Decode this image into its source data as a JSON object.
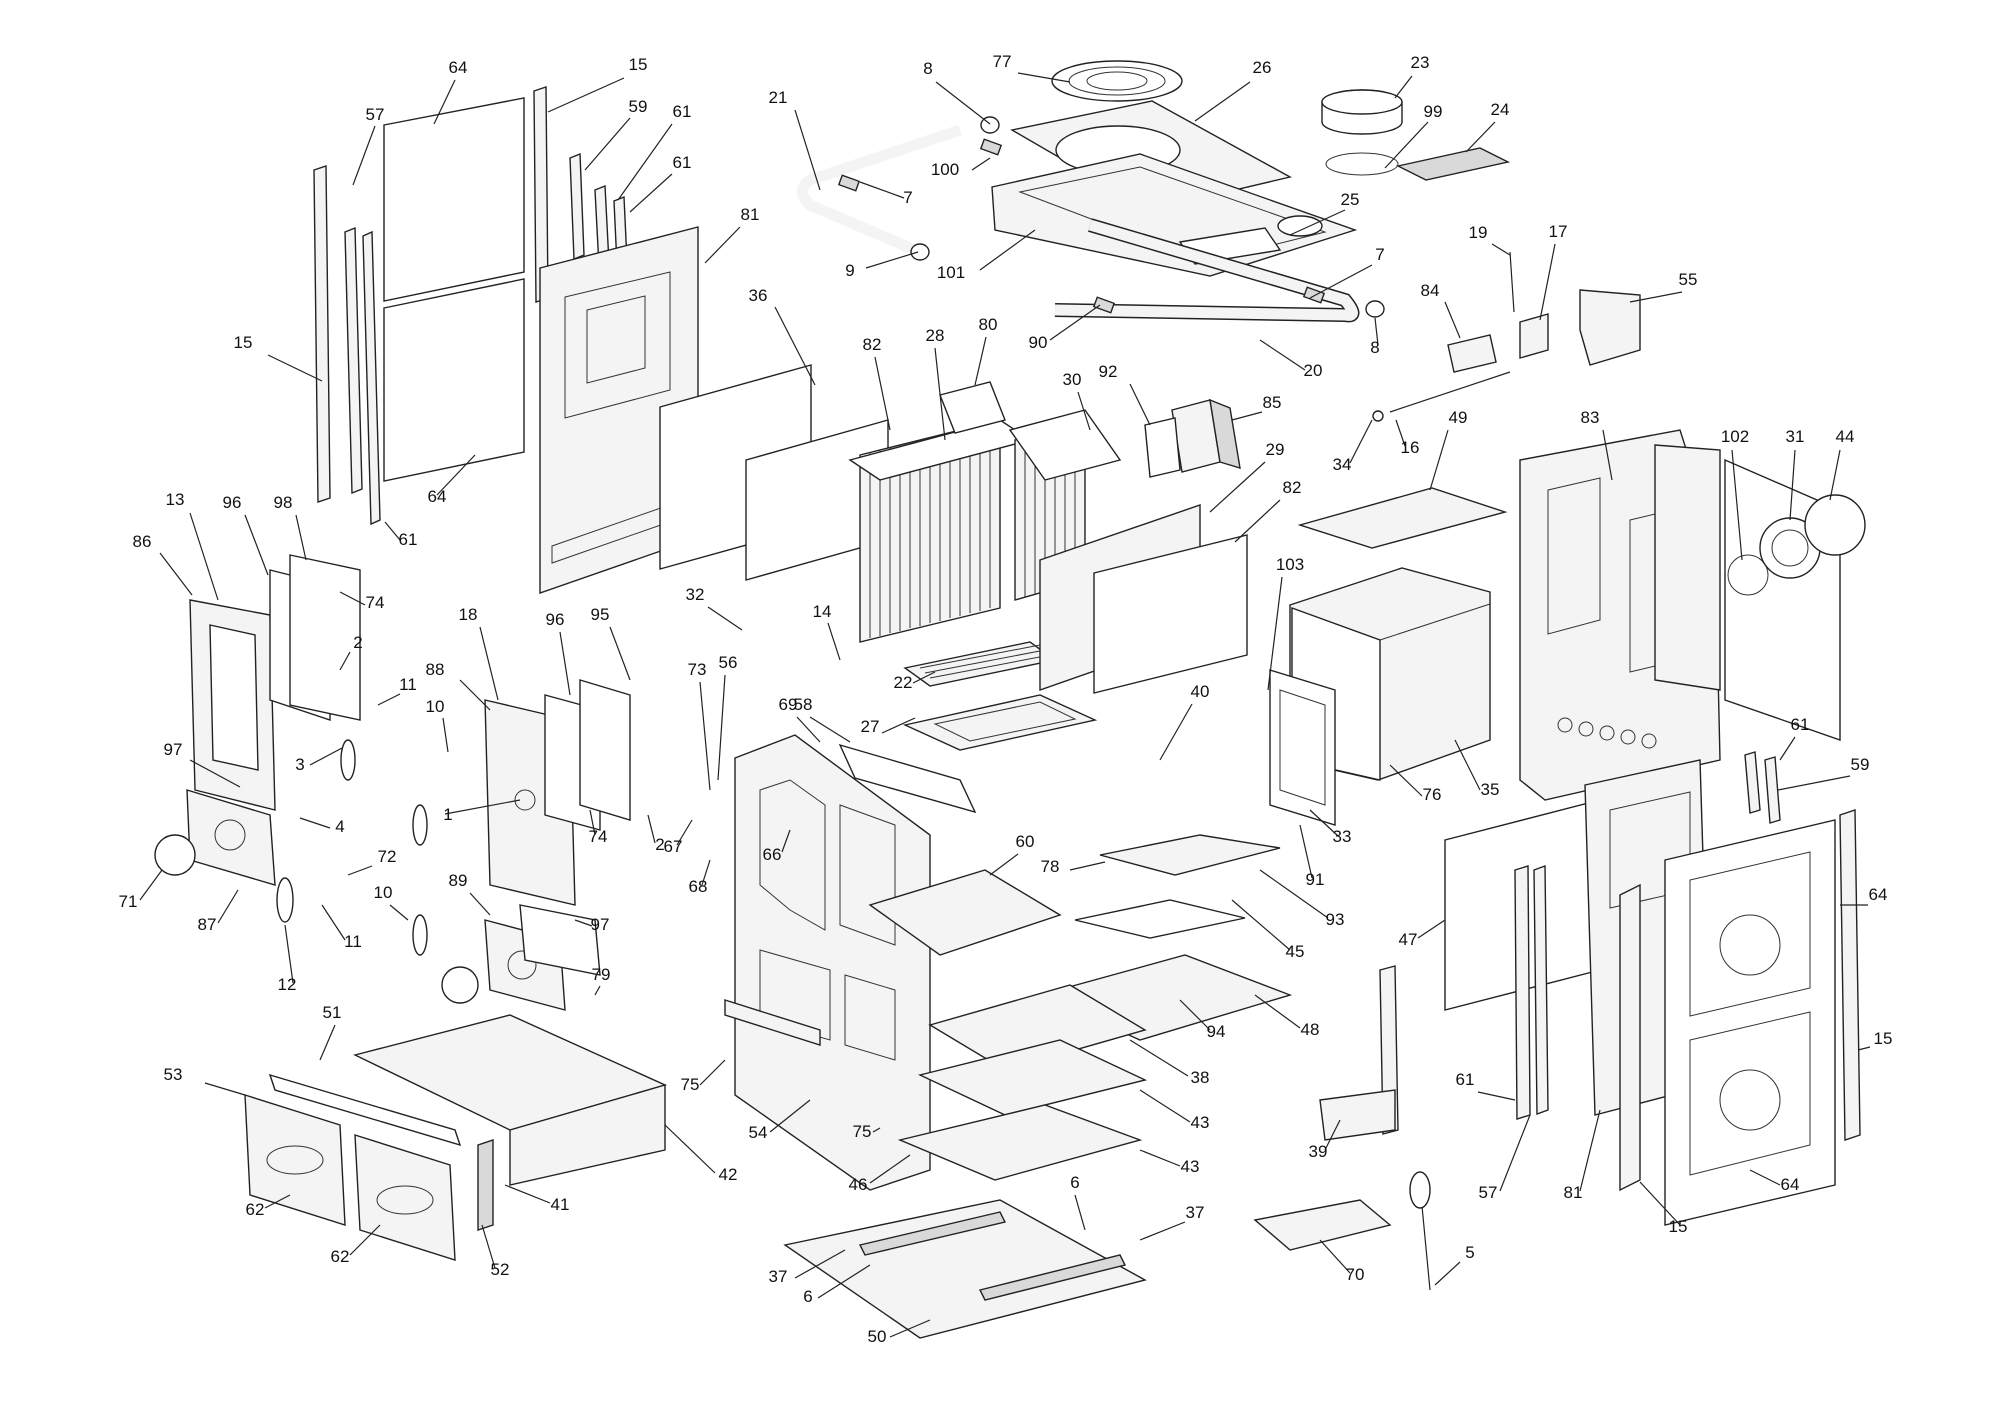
{
  "diagram": {
    "type": "exploded-parts-view",
    "callouts": [
      {
        "id": "c64a",
        "label": "64"
      },
      {
        "id": "c15a",
        "label": "15"
      },
      {
        "id": "c57a",
        "label": "57"
      },
      {
        "id": "c59a",
        "label": "59"
      },
      {
        "id": "c61a",
        "label": "61"
      },
      {
        "id": "c61b",
        "label": "61"
      },
      {
        "id": "c81a",
        "label": "81"
      },
      {
        "id": "c15b",
        "label": "15"
      },
      {
        "id": "c64b",
        "label": "64"
      },
      {
        "id": "c61c",
        "label": "61"
      },
      {
        "id": "c8a",
        "label": "8"
      },
      {
        "id": "c77",
        "label": "77"
      },
      {
        "id": "c26",
        "label": "26"
      },
      {
        "id": "c21",
        "label": "21"
      },
      {
        "id": "c100",
        "label": "100"
      },
      {
        "id": "c7a",
        "label": "7"
      },
      {
        "id": "c9",
        "label": "9"
      },
      {
        "id": "c101",
        "label": "101"
      },
      {
        "id": "c23",
        "label": "23"
      },
      {
        "id": "c99",
        "label": "99"
      },
      {
        "id": "c24",
        "label": "24"
      },
      {
        "id": "c25",
        "label": "25"
      },
      {
        "id": "c7b",
        "label": "7"
      },
      {
        "id": "c90",
        "label": "90"
      },
      {
        "id": "c8b",
        "label": "8"
      },
      {
        "id": "c20",
        "label": "20"
      },
      {
        "id": "c19",
        "label": "19"
      },
      {
        "id": "c17",
        "label": "17"
      },
      {
        "id": "c55",
        "label": "55"
      },
      {
        "id": "c84",
        "label": "84"
      },
      {
        "id": "c36",
        "label": "36"
      },
      {
        "id": "c82a",
        "label": "82"
      },
      {
        "id": "c28",
        "label": "28"
      },
      {
        "id": "c80",
        "label": "80"
      },
      {
        "id": "c30",
        "label": "30"
      },
      {
        "id": "c92",
        "label": "92"
      },
      {
        "id": "c85",
        "label": "85"
      },
      {
        "id": "c34",
        "label": "34"
      },
      {
        "id": "c16",
        "label": "16"
      },
      {
        "id": "c49",
        "label": "49"
      },
      {
        "id": "c83",
        "label": "83"
      },
      {
        "id": "c102",
        "label": "102"
      },
      {
        "id": "c31",
        "label": "31"
      },
      {
        "id": "c44",
        "label": "44"
      },
      {
        "id": "c29",
        "label": "29"
      },
      {
        "id": "c82b",
        "label": "82"
      },
      {
        "id": "c13",
        "label": "13"
      },
      {
        "id": "c96a",
        "label": "96"
      },
      {
        "id": "c98",
        "label": "98"
      },
      {
        "id": "c86",
        "label": "86"
      },
      {
        "id": "c74a",
        "label": "74"
      },
      {
        "id": "c2a",
        "label": "2"
      },
      {
        "id": "c11a",
        "label": "11"
      },
      {
        "id": "c3",
        "label": "3"
      },
      {
        "id": "c32",
        "label": "32"
      },
      {
        "id": "c14",
        "label": "14"
      },
      {
        "id": "c22",
        "label": "22"
      },
      {
        "id": "c103",
        "label": "103"
      },
      {
        "id": "c18",
        "label": "18"
      },
      {
        "id": "c96b",
        "label": "96"
      },
      {
        "id": "c95",
        "label": "95"
      },
      {
        "id": "c88",
        "label": "88"
      },
      {
        "id": "c10a",
        "label": "10"
      },
      {
        "id": "c73",
        "label": "73"
      },
      {
        "id": "c56",
        "label": "56"
      },
      {
        "id": "c69",
        "label": "69"
      },
      {
        "id": "c58",
        "label": "58"
      },
      {
        "id": "c27",
        "label": "27"
      },
      {
        "id": "c40",
        "label": "40"
      },
      {
        "id": "c35",
        "label": "35"
      },
      {
        "id": "c97a",
        "label": "97"
      },
      {
        "id": "c1",
        "label": "1"
      },
      {
        "id": "c66",
        "label": "66"
      },
      {
        "id": "c76",
        "label": "76"
      },
      {
        "id": "c33",
        "label": "33"
      },
      {
        "id": "c4",
        "label": "4"
      },
      {
        "id": "c74b",
        "label": "74"
      },
      {
        "id": "c2b",
        "label": "2"
      },
      {
        "id": "c67",
        "label": "67"
      },
      {
        "id": "c72",
        "label": "72"
      },
      {
        "id": "c71",
        "label": "71"
      },
      {
        "id": "c87",
        "label": "87"
      },
      {
        "id": "c11b",
        "label": "11"
      },
      {
        "id": "c68",
        "label": "68"
      },
      {
        "id": "c60",
        "label": "60"
      },
      {
        "id": "c78",
        "label": "78"
      },
      {
        "id": "c91",
        "label": "91"
      },
      {
        "id": "c93",
        "label": "93"
      },
      {
        "id": "c45",
        "label": "45"
      },
      {
        "id": "c47",
        "label": "47"
      },
      {
        "id": "c61d",
        "label": "61"
      },
      {
        "id": "c59b",
        "label": "59"
      },
      {
        "id": "c64c",
        "label": "64"
      },
      {
        "id": "c10b",
        "label": "10"
      },
      {
        "id": "c89",
        "label": "89"
      },
      {
        "id": "c97b",
        "label": "97"
      },
      {
        "id": "c12",
        "label": "12"
      },
      {
        "id": "c79",
        "label": "79"
      },
      {
        "id": "c94",
        "label": "94"
      },
      {
        "id": "c48",
        "label": "48"
      },
      {
        "id": "c51",
        "label": "51"
      },
      {
        "id": "c53",
        "label": "53"
      },
      {
        "id": "c75a",
        "label": "75"
      },
      {
        "id": "c38",
        "label": "38"
      },
      {
        "id": "c15c",
        "label": "15"
      },
      {
        "id": "c61e",
        "label": "61"
      },
      {
        "id": "c54",
        "label": "54"
      },
      {
        "id": "c75b",
        "label": "75"
      },
      {
        "id": "c43a",
        "label": "43"
      },
      {
        "id": "c42",
        "label": "42"
      },
      {
        "id": "c46",
        "label": "46"
      },
      {
        "id": "c43b",
        "label": "43"
      },
      {
        "id": "c39",
        "label": "39"
      },
      {
        "id": "c41",
        "label": "41"
      },
      {
        "id": "c62a",
        "label": "62"
      },
      {
        "id": "c62b",
        "label": "62"
      },
      {
        "id": "c52",
        "label": "52"
      },
      {
        "id": "c6a",
        "label": "6"
      },
      {
        "id": "c37a",
        "label": "37"
      },
      {
        "id": "c57b",
        "label": "57"
      },
      {
        "id": "c81b",
        "label": "81"
      },
      {
        "id": "c15d",
        "label": "15"
      },
      {
        "id": "c64d",
        "label": "64"
      },
      {
        "id": "c70",
        "label": "70"
      },
      {
        "id": "c5",
        "label": "5"
      },
      {
        "id": "c37b",
        "label": "37"
      },
      {
        "id": "c6b",
        "label": "6"
      },
      {
        "id": "c50",
        "label": "50"
      }
    ]
  }
}
